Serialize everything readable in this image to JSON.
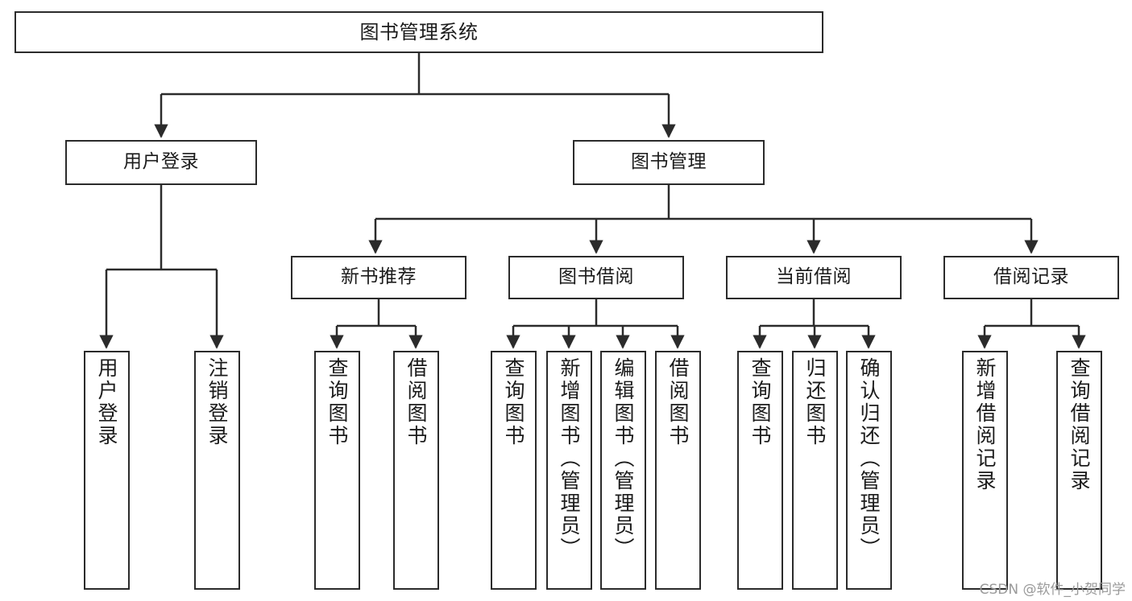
{
  "diagram": {
    "title": "图书管理系统",
    "type": "tree-hierarchy-diagram",
    "colors": {
      "stroke": "#2b2b2b",
      "fill": "#ffffff",
      "text": "#1b1b1b",
      "watermark": "#9a9a9a"
    },
    "root": {
      "label": "图书管理系统"
    },
    "level2": [
      {
        "label": "用户登录"
      },
      {
        "label": "图书管理"
      }
    ],
    "level3": [
      {
        "label": "新书推荐"
      },
      {
        "label": "图书借阅"
      },
      {
        "label": "当前借阅"
      },
      {
        "label": "借阅记录"
      }
    ],
    "leaves": {
      "user_login": [
        {
          "label": "用户登录"
        },
        {
          "label": "注销登录"
        }
      ],
      "new_book_recommend": [
        {
          "label": "查询图书"
        },
        {
          "label": "借阅图书"
        }
      ],
      "book_borrow": [
        {
          "label": "查询图书"
        },
        {
          "label": "新增图书（管理员）"
        },
        {
          "label": "编辑图书（管理员）"
        },
        {
          "label": "借阅图书"
        }
      ],
      "current_borrow": [
        {
          "label": "查询图书"
        },
        {
          "label": "归还图书"
        },
        {
          "label": "确认归还（管理员）"
        }
      ],
      "borrow_record": [
        {
          "label": "新增借阅记录"
        },
        {
          "label": "查询借阅记录"
        }
      ]
    }
  },
  "watermark": {
    "text": "CSDN @软件_小贺同学"
  }
}
